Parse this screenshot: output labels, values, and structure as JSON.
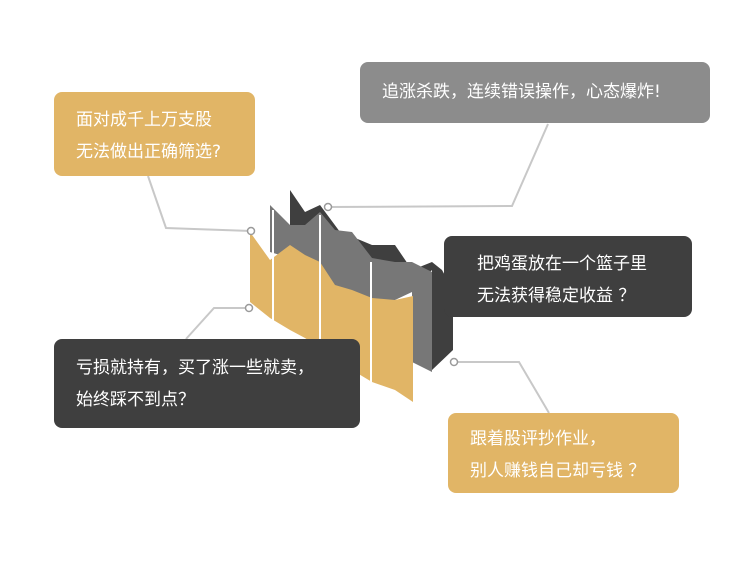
{
  "questions": {
    "q1": {
      "line1": "面对成千上万支股",
      "line2": "无法做出正确筛选?"
    },
    "q2": {
      "line1": "追涨杀跌，连续错误操作，心态爆炸!"
    },
    "q3": {
      "line1": "把鸡蛋放在一个篮子里",
      "line2": "无法获得稳定收益 ？"
    },
    "q4": {
      "line1": "亏损就持有，买了涨一些就卖，",
      "line2": "始终踩不到点？"
    },
    "q5": {
      "line1": "跟着股评抄作业，",
      "line2": "别人赚钱自己却亏钱 ？"
    }
  },
  "colors": {
    "gold": "#e1b566",
    "grey": "#8c8c8c",
    "dark": "#3f3f3f",
    "mid": "#6e6e6e",
    "connector": "#c8c8c8"
  }
}
